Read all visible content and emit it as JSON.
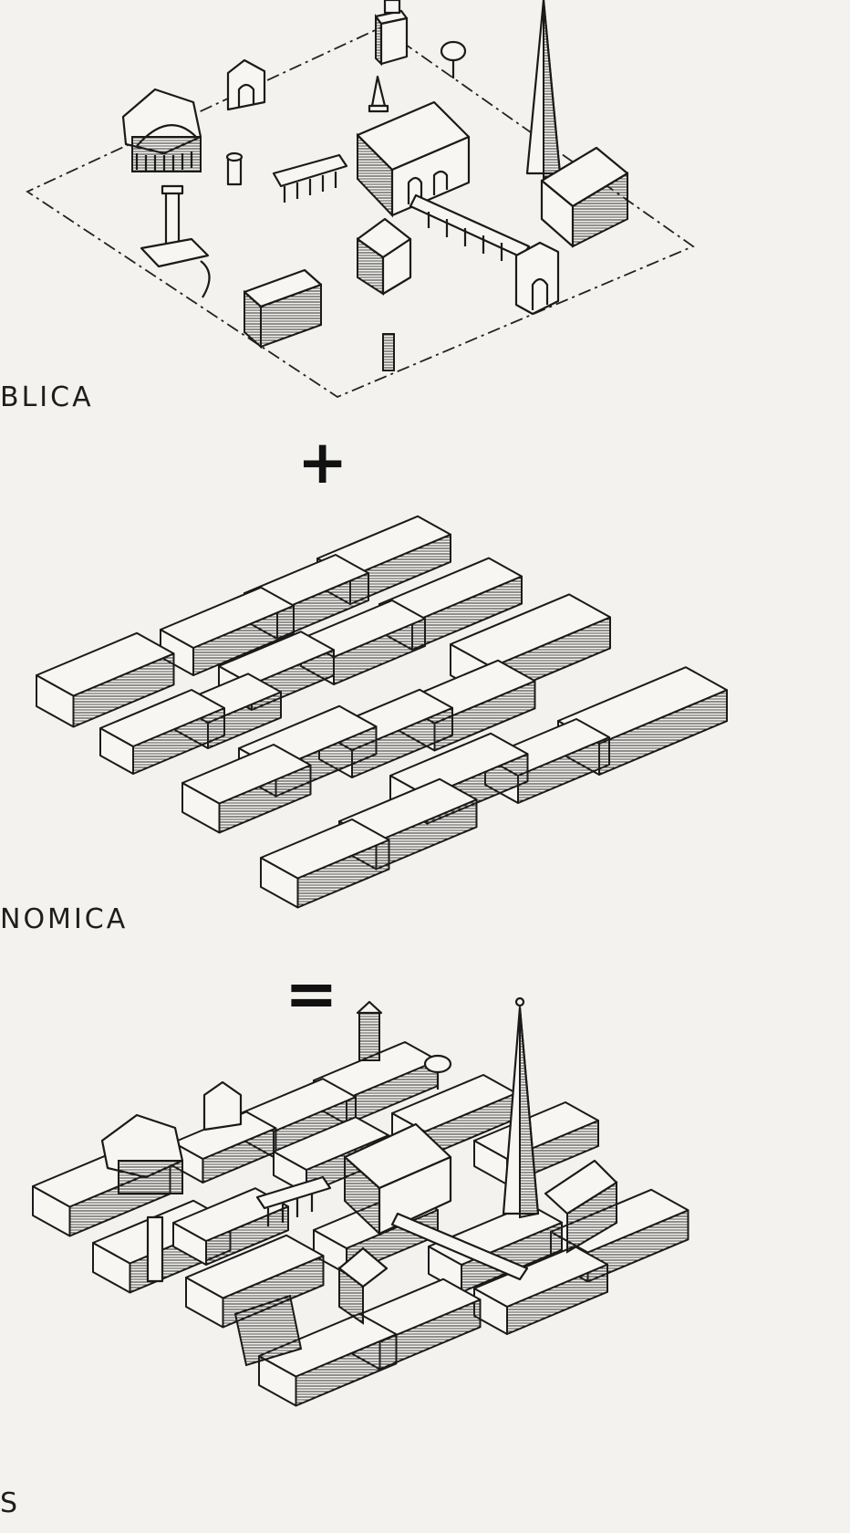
{
  "labels": {
    "top": "BLICA",
    "middle": "NOMICA",
    "bottom": "S"
  },
  "operators": {
    "plus": "+",
    "equals": "="
  },
  "colors": {
    "paper": "#f3f2ee",
    "ink": "#1a1a1a"
  }
}
